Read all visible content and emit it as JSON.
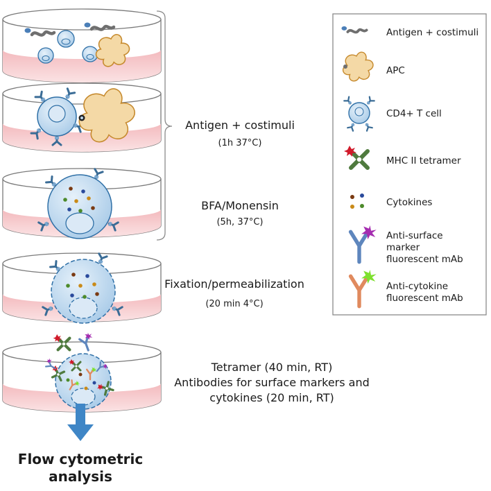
{
  "steps": {
    "antigen": {
      "line1": "Antigen + costimuli",
      "line2": "(1h 37°C)"
    },
    "bfa": {
      "line1": "BFA/Monensin",
      "line2": "(5h, 37°C)"
    },
    "fixation": {
      "line1": "Fixation/permeabilization",
      "line2": "(20 min 4°C)"
    },
    "staining": {
      "line1": "Tetramer (40 min, RT)",
      "line2": "Antibodies for surface markers and",
      "line3": "cytokines  (20 min, RT)"
    }
  },
  "final": {
    "line1": "Flow cytometric",
    "line2": "analysis"
  },
  "legend": {
    "antigen": "Antigen + costimuli",
    "apc": "APC",
    "cd4": "CD4+ T cell",
    "mhc": "MHC II tetramer",
    "cytokines": "Cytokines",
    "anti_surface": [
      "Anti-surface",
      "marker",
      "fluorescent mAb"
    ],
    "anti_cytokine": [
      "Anti-cytokine",
      "fluorescent mAb"
    ]
  },
  "colors": {
    "medium": "#f6c9cc",
    "cell_fill": "#bcd8ee",
    "cell_stroke": "#2e6fa6",
    "apc_fill": "#f4d9a6",
    "apc_stroke": "#c68a2e",
    "arrow": "#3f86c6",
    "tetramer": "#4f7a3e",
    "tetramer_tip": "#d11a2a",
    "anti_surface": "#5e86bd",
    "anti_surface_tip": "#a52db0",
    "anti_cytokine": "#e08a5e",
    "anti_cytokine_tip": "#7ee02e"
  },
  "icons": [
    "antigen-icon",
    "apc-icon",
    "cd4-t-cell-icon",
    "mhc-tetramer-icon",
    "cytokines-icon",
    "anti-surface-antibody-icon",
    "anti-cytokine-antibody-icon",
    "down-arrow-icon",
    "bracket-icon"
  ]
}
